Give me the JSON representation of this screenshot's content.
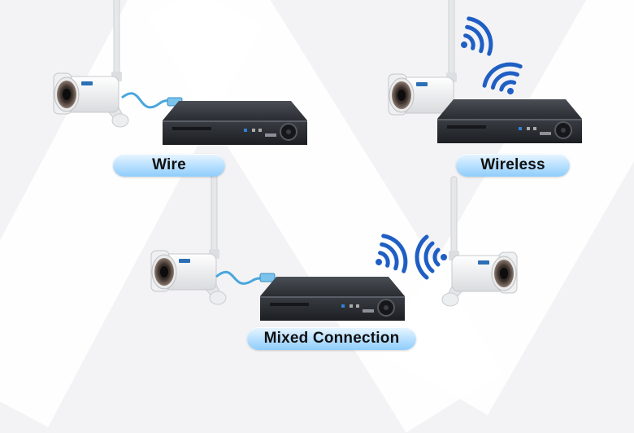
{
  "labels": {
    "wire": "Wire",
    "wireless": "Wireless",
    "mixed": "Mixed Connection"
  },
  "icons": {
    "camera": "bullet-camera-icon",
    "nvr": "nvr-recorder-icon",
    "wifi": "wifi-signal-icon",
    "cable": "ethernet-cable-icon"
  },
  "colors": {
    "background": "#f3f3f5",
    "pill_top": "#e9f6ff",
    "pill_bottom": "#8fcdfb",
    "wifi": "#1f5fc4",
    "cable": "#4aa6dc",
    "nvr_body": "#2c2f34",
    "camera_body": "#f5f6f7"
  }
}
